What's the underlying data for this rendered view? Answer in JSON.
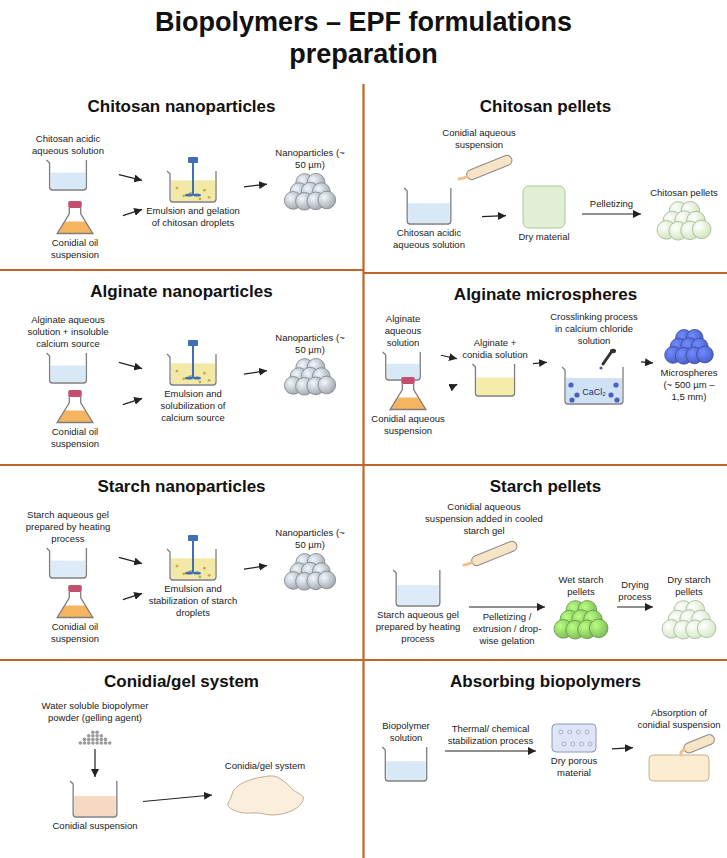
{
  "diagram": {
    "title": "Biopolymers – EPF formulations preparation",
    "nodes": [
      {
        "text": [
          "Chitosan nanoparticles"
        ]
      },
      {
        "text": [
          "Chitosan acidic aqueous solution"
        ],
        "in": 0
      },
      {
        "text": [
          "Conidial oil suspension"
        ],
        "in": 0
      },
      {
        "text": [
          "Emulsion and gelation of chitosan droplets"
        ],
        "in": 0
      },
      {
        "text": [
          "Nanoparticles (~ 50 µm)"
        ],
        "in": 0
      },
      {
        "text": [
          "Chitosan pellets"
        ]
      },
      {
        "text": [
          "Conidial aqueous suspension"
        ],
        "in": 5
      },
      {
        "text": [
          "Chitosan acidic aqueous solution"
        ],
        "in": 5
      },
      {
        "text": [
          "Dry material"
        ],
        "in": 5
      },
      {
        "text": [
          "Chitosan pellets"
        ],
        "in": 5
      },
      {
        "text": [
          "Alginate nanoparticles"
        ]
      },
      {
        "text": [
          "Alginate aqueous solution + insoluble calcium source"
        ],
        "in": 10
      },
      {
        "text": [
          "Conidial oil suspension"
        ],
        "in": 10
      },
      {
        "text": [
          "Emulsion and solubilization of calcium source"
        ],
        "in": 10
      },
      {
        "text": [
          "Nanoparticles (~ 50 µm)"
        ],
        "in": 10
      },
      {
        "text": [
          "Alginate microspheres"
        ]
      },
      {
        "text": [
          "Alginate aqueous solution"
        ],
        "in": 15
      },
      {
        "text": [
          "Conidial aqueous suspension"
        ],
        "in": 15
      },
      {
        "text": [
          "Alginate + conidia solution"
        ],
        "in": 15
      },
      {
        "text": [
          "Crosslinking process in calcium chloride solution"
        ],
        "in": 15
      },
      {
        "text": [
          "Microspheres (~ 500 µm – 1,5 mm)"
        ],
        "in": 15
      },
      {
        "text": [
          "Starch nanoparticles"
        ]
      },
      {
        "text": [
          "Starch aqueous gel prepared by heating process"
        ],
        "in": 21
      },
      {
        "text": [
          "Conidial oil suspension"
        ],
        "in": 21
      },
      {
        "text": [
          "Emulsion and stabilization of starch droplets"
        ],
        "in": 21
      },
      {
        "text": [
          "Nanoparticles (~ 50 µm)"
        ],
        "in": 21
      },
      {
        "text": [
          "Starch pellets"
        ]
      },
      {
        "text": [
          "Conidial aqueous suspension added in cooled starch gel"
        ],
        "in": 26
      },
      {
        "text": [
          "Starch aqueous gel prepared by heating process"
        ],
        "in": 26
      },
      {
        "text": [
          "Wet starch pellets"
        ],
        "in": 26
      },
      {
        "text": [
          "Dry starch pellets"
        ],
        "in": 26
      },
      {
        "text": [
          "Conidia/gel system"
        ]
      },
      {
        "text": [
          "Water soluble biopolymer powder (gelling agent)"
        ],
        "in": 31
      },
      {
        "text": [
          "Conidial suspension"
        ],
        "in": 31
      },
      {
        "text": [
          "Conidia/gel system"
        ],
        "in": 31
      },
      {
        "text": [
          "Absorbing biopolymers"
        ]
      },
      {
        "text": [
          "Biopolymer solution"
        ],
        "in": 35
      },
      {
        "text": [
          "Dry porous material"
        ],
        "in": 35
      },
      {
        "text": [
          "Absorption of conidial suspension"
        ],
        "in": 35
      }
    ],
    "edges": [
      {
        "from": 1,
        "to": 3,
        "arrow": "to"
      },
      {
        "from": 2,
        "to": 3,
        "arrow": "to"
      },
      {
        "from": 3,
        "to": 4,
        "arrow": "to"
      },
      {
        "from": 7,
        "to": 8,
        "arrow": "to"
      },
      {
        "from": 8,
        "to": 9,
        "label": "Pelletizing",
        "arrow": "to"
      },
      {
        "from": 11,
        "to": 13,
        "arrow": "to"
      },
      {
        "from": 12,
        "to": 13,
        "arrow": "to"
      },
      {
        "from": 13,
        "to": 14,
        "arrow": "to"
      },
      {
        "from": 16,
        "to": 18,
        "arrow": "to"
      },
      {
        "from": 17,
        "to": 18,
        "arrow": "to"
      },
      {
        "from": 18,
        "to": 19,
        "arrow": "to"
      },
      {
        "from": 19,
        "to": 20,
        "arrow": "to"
      },
      {
        "from": 22,
        "to": 24,
        "arrow": "to"
      },
      {
        "from": 23,
        "to": 24,
        "arrow": "to"
      },
      {
        "from": 24,
        "to": 25,
        "arrow": "to"
      },
      {
        "from": 28,
        "to": 29,
        "label": "Pelletizing / extrusion / drop-wise gelation",
        "arrow": "to"
      },
      {
        "from": 29,
        "to": 30,
        "label": "Drying process",
        "arrow": "to"
      },
      {
        "from": 32,
        "to": 33,
        "arrow": "to"
      },
      {
        "from": 33,
        "to": 34,
        "arrow": "to"
      },
      {
        "from": 36,
        "to": 37,
        "label": "Thermal/ chemical stabilization process",
        "arrow": "to"
      },
      {
        "from": 37,
        "to": 38,
        "arrow": "to"
      }
    ],
    "labels": [
      "CaCl₂"
    ]
  }
}
